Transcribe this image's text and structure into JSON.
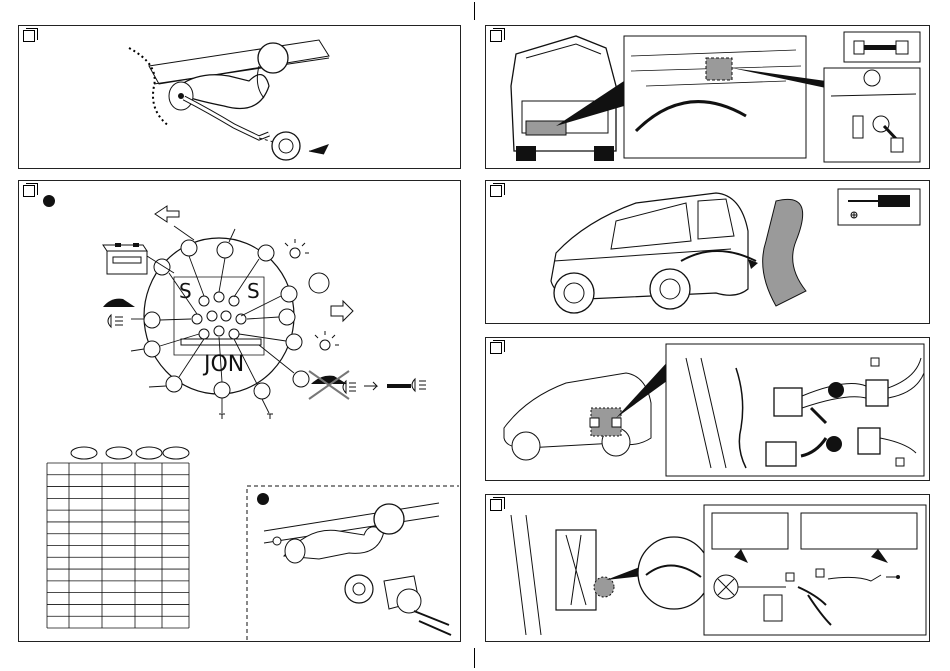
{
  "page": {
    "title": "",
    "panels": [
      {
        "id": "p1",
        "step": ""
      },
      {
        "id": "p2",
        "step": ""
      },
      {
        "id": "p3",
        "step": ""
      },
      {
        "id": "p4",
        "step": ""
      },
      {
        "id": "p5",
        "step": ""
      },
      {
        "id": "p6",
        "step": ""
      }
    ]
  },
  "icons": {
    "wrench": "open-end-wrench-icon",
    "screwdriver": "screwdriver-icon",
    "battery": "battery-icon",
    "lamp": "bulb-icon",
    "fog": "fog-light-icon",
    "car": "car-icon",
    "arrow": "turn-arrow-icon"
  },
  "socket_table": {
    "header_ovals": [
      "",
      "",
      "",
      ""
    ],
    "rows": 14,
    "cols": 5
  },
  "colors": {
    "line": "#111111",
    "tint": "#9a9a9a",
    "panel_bg": "#ffffff"
  }
}
